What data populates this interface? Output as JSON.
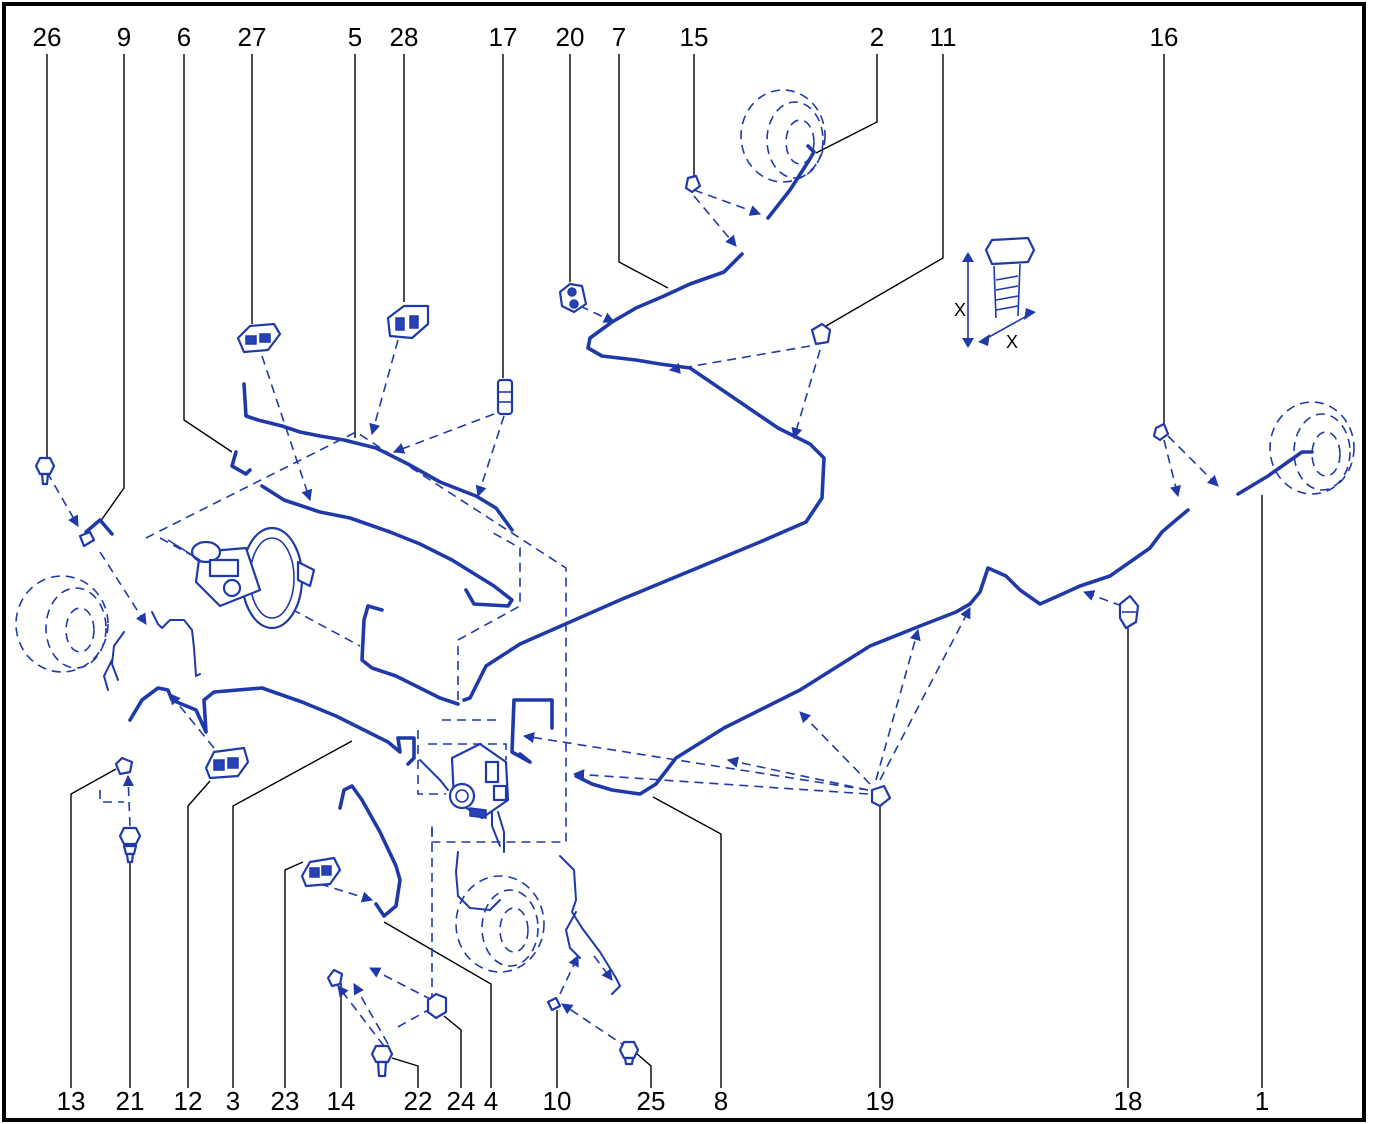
{
  "callouts_top": [
    "26",
    "9",
    "6",
    "27",
    "5",
    "28",
    "17",
    "20",
    "7",
    "15",
    "2",
    "11",
    "16"
  ],
  "callouts_bottom": [
    "13",
    "21",
    "12",
    "3",
    "23",
    "14",
    "22",
    "24",
    "4",
    "10",
    "25",
    "8",
    "19",
    "18",
    "1"
  ],
  "dimension_label": "X",
  "colors": {
    "line": "#1f3aa8",
    "frame": "#000000",
    "background": "#ffffff"
  }
}
